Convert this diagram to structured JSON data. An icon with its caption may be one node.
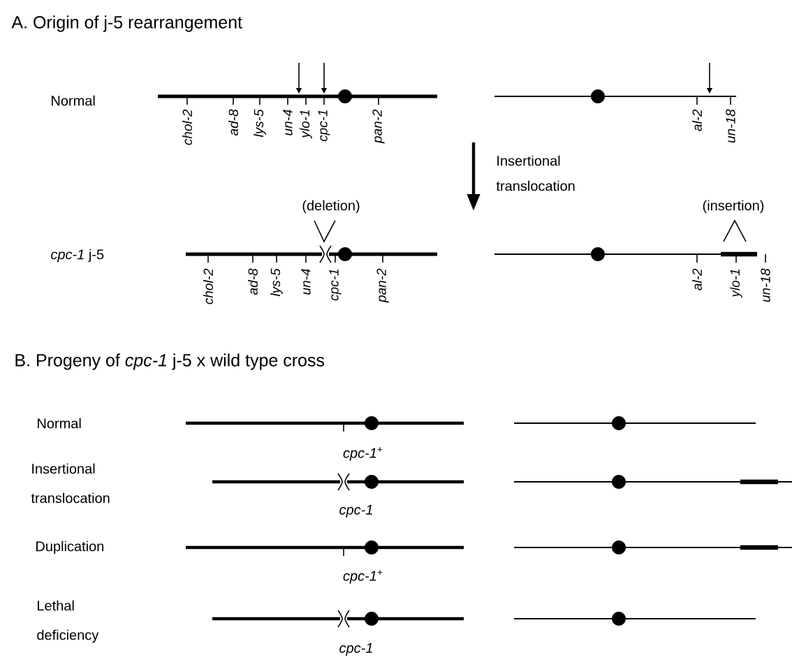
{
  "diagram": {
    "labels": [
      "A. Origin of j-5 rearrangement",
      "Normal",
      "chol-2",
      "ad-8",
      "lys-5",
      "un-4",
      "ylo-1",
      "cpc-1",
      "pan-2",
      "al-2",
      "un-18",
      "Insertional translocation",
      "(deletion)",
      "(insertion)",
      "*cpc-1* j-5",
      "chol-2",
      "ad-8",
      "lys-5",
      "un-4",
      "cpc-1",
      "pan-2",
      "al-2",
      "ylo-1",
      "un-18",
      "B. Progeny of *cpc-1* j-5 x wild type cross",
      "Normal",
      "*cpc-1*$^{+}$",
      "Insertional translocation",
      "cpc-1",
      "Duplication",
      "*cpc-1*$^{+}$",
      "Lethal deficiency",
      "cpc-1"
    ]
  }
}
